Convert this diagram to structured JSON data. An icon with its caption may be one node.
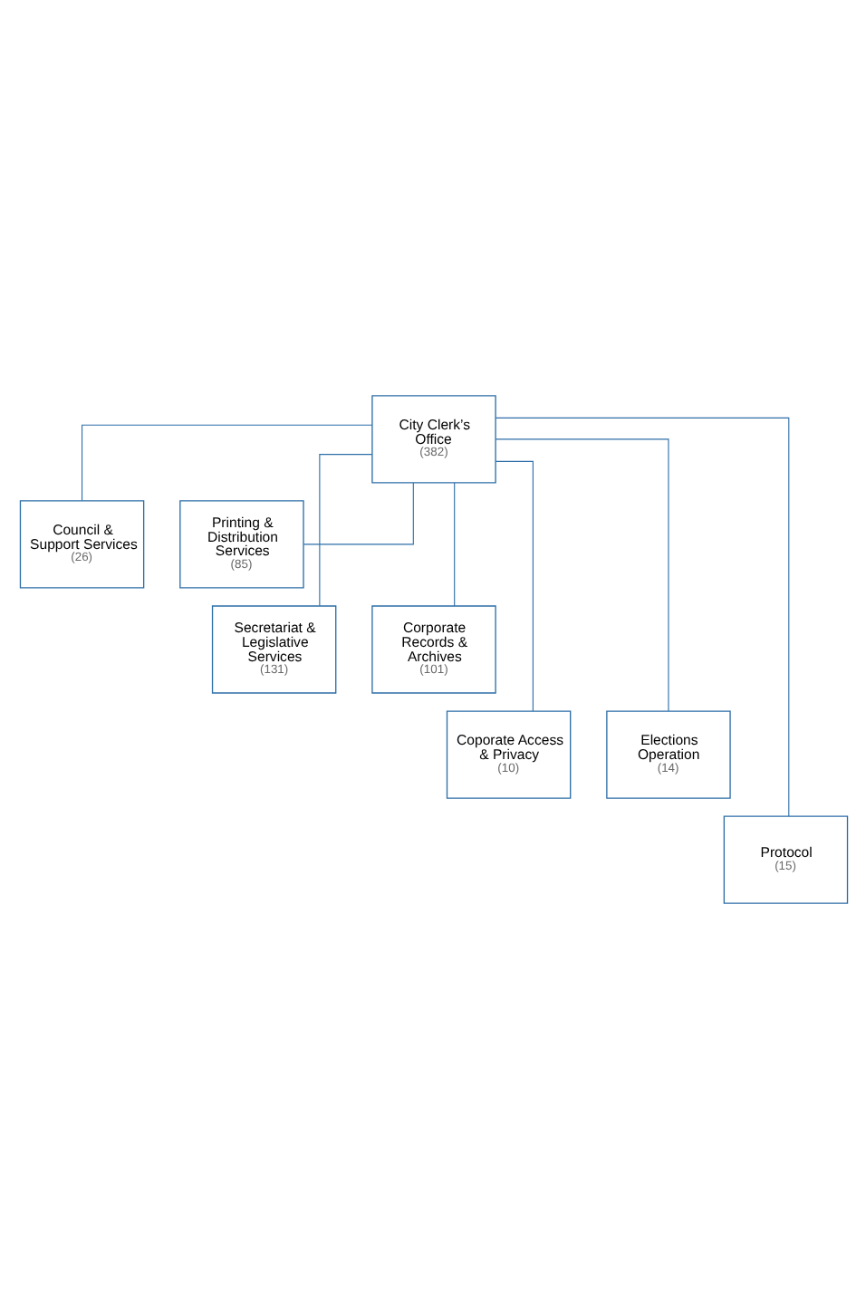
{
  "diagram": {
    "nodes": [
      {
        "text": [
          "City Clerk’s Office",
          "(382)"
        ]
      },
      {
        "text": [
          "Council & Support Services",
          "(26)"
        ]
      },
      {
        "text": [
          "Printing & Distribution Services",
          "(85)"
        ]
      },
      {
        "text": [
          "Secretariat & Legislative Services",
          "(131)"
        ]
      },
      {
        "text": [
          "Corporate Records & Archives",
          "(101)"
        ]
      },
      {
        "text": [
          "Coporate Access & Privacy",
          "(10)"
        ]
      },
      {
        "text": [
          "Elections Operation",
          "(14)"
        ]
      },
      {
        "text": [
          "Protocol",
          "(15)"
        ]
      }
    ],
    "edges": [
      {
        "from": 0,
        "to": 1,
        "arrow": "none"
      },
      {
        "from": 0,
        "to": 2,
        "arrow": "none"
      },
      {
        "from": 0,
        "to": 3,
        "arrow": "none"
      },
      {
        "from": 0,
        "to": 4,
        "arrow": "none"
      },
      {
        "from": 0,
        "to": 5,
        "arrow": "none"
      },
      {
        "from": 0,
        "to": 6,
        "arrow": "none"
      },
      {
        "from": 0,
        "to": 7,
        "arrow": "none"
      }
    ]
  }
}
